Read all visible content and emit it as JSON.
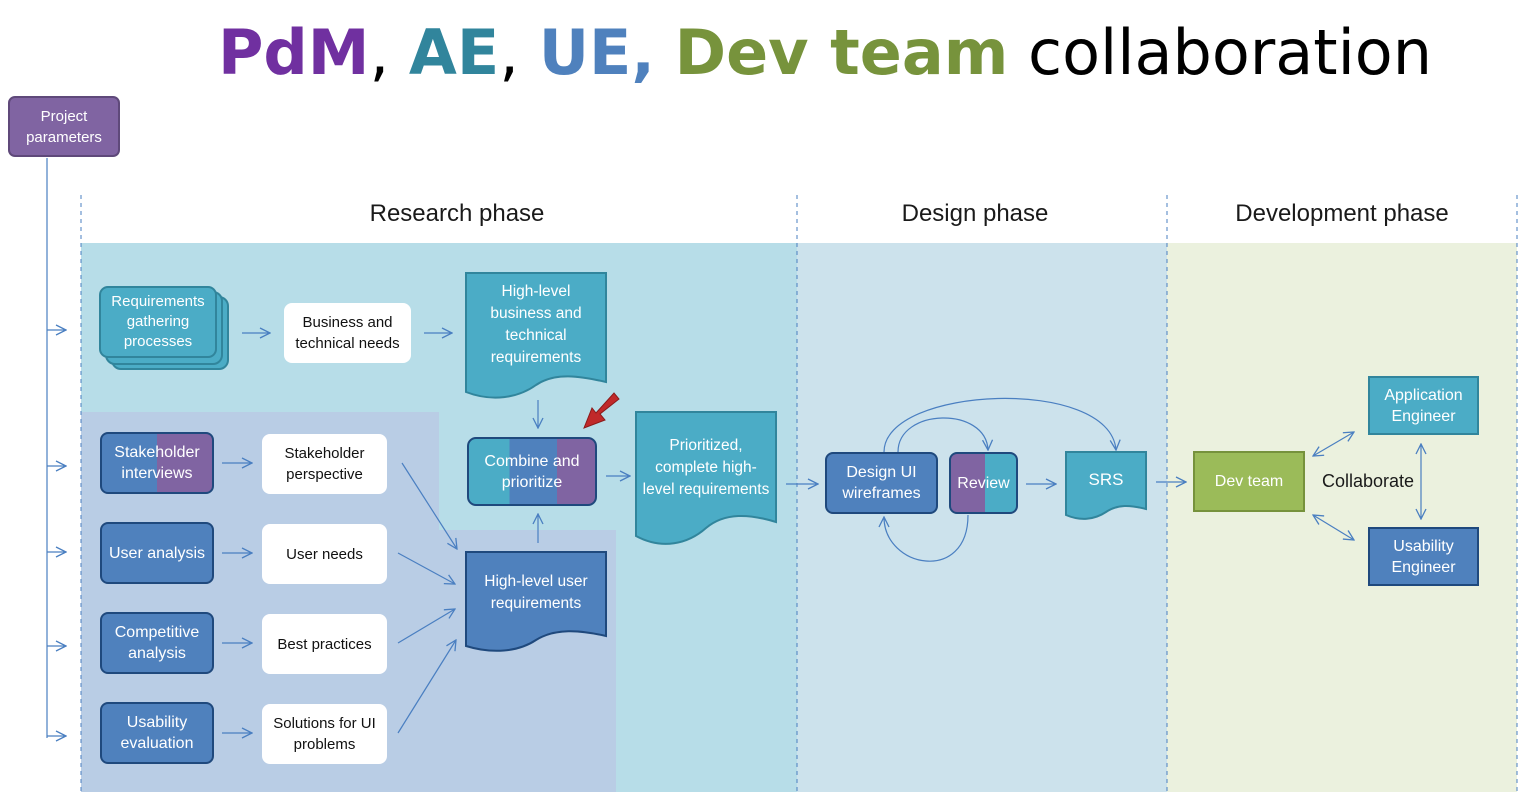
{
  "title": {
    "pdm": "PdM",
    "sep1": ", ",
    "ae": "AE",
    "sep2": ", ",
    "ue": "UE,",
    "sep3": " ",
    "dev": "Dev team",
    "rest": " collaboration"
  },
  "project_parameters": "Project parameters",
  "phases": {
    "research": "Research phase",
    "design": "Design phase",
    "development": "Development phase"
  },
  "research": {
    "requirements_gathering": "Requirements gathering processes",
    "business_needs": "Business and technical needs",
    "high_level_business": "High-level business  and technical requirements",
    "combine": "Combine and prioritize",
    "prioritized": "Prioritized, complete high-level requirements",
    "high_level_user": "High-level user requirements",
    "methods": [
      {
        "method": "Stakeholder interviews",
        "output": "Stakeholder perspective"
      },
      {
        "method": "User analysis",
        "output": "User needs"
      },
      {
        "method": "Competitive analysis",
        "output": "Best practices"
      },
      {
        "method": "Usability evaluation",
        "output": "Solutions for UI problems"
      }
    ]
  },
  "design": {
    "wireframes": "Design UI wireframes",
    "review": "Review",
    "srs": "SRS"
  },
  "development": {
    "dev_team": "Dev team",
    "collaborate": "Collaborate",
    "application_engineer": "Application Engineer",
    "usability_engineer": "Usability Engineer"
  },
  "colors": {
    "pdm": "#7030a0",
    "ae": "#31859c",
    "ue": "#4f81bd",
    "dev": "#77933c",
    "research_bg": "#b7dde8",
    "user_research_bg": "#b9cde5",
    "design_bg": "#cce2ec",
    "development_bg": "#ebf1de"
  }
}
